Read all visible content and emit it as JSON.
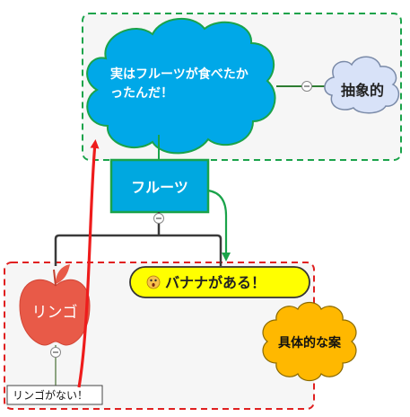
{
  "diagram": {
    "abstract_group": {
      "cloud_text_line1": "実はフルーツが食べたか",
      "cloud_text_line2": "ったんだ！",
      "abstract_label": "抽象的"
    },
    "center_topic": "フルーツ",
    "concrete_group": {
      "apple_label": "リンゴ",
      "banana_label": "バナナがある！",
      "banana_emoji": "😲",
      "no_apple_label": "リンゴがない！",
      "concrete_label": "具体的な案"
    },
    "colors": {
      "abstract_border": "#1aa34a",
      "concrete_border": "#e02020",
      "cloud_fill": "#00a8e8",
      "center_fill": "#00a8e0",
      "center_border": "#1aa34a",
      "apple_fill": "#e85a48",
      "banana_fill": "#ffff00",
      "concrete_fill": "#ffb800",
      "abstract_cloud_fill": "#d8e2f8",
      "red_arrow": "#ee1c1c",
      "green_arrow": "#1aa34a"
    }
  }
}
